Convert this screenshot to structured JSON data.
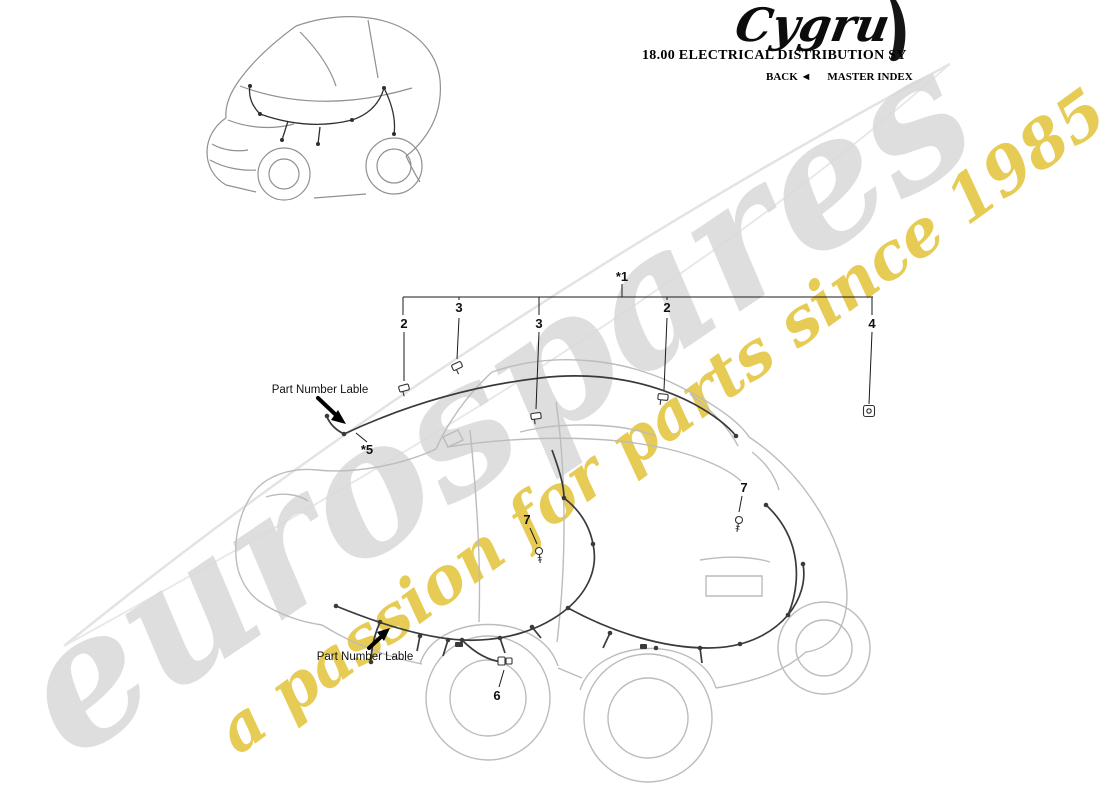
{
  "header": {
    "logo_text": "Cygru",
    "title": "18.00 ELECTRICAL DISTRIBUTION SY",
    "back": "BACK",
    "back_arrow": "◄",
    "master_index": "MASTER INDEX"
  },
  "watermark": {
    "brand": "eurospares",
    "tagline": "a passion for parts since 1985",
    "brand_color": "#d9d9d9",
    "tagline_color": "#e2c338"
  },
  "diagram": {
    "assembly_callout": "*1",
    "callouts": [
      {
        "label": "2"
      },
      {
        "label": "3"
      },
      {
        "label": "3"
      },
      {
        "label": "2"
      },
      {
        "label": "4"
      },
      {
        "label": "*5"
      },
      {
        "label": "7"
      },
      {
        "label": "7"
      },
      {
        "label": "6"
      }
    ],
    "part_number_label_top": "Part Number Lable",
    "part_number_label_bottom": "Part Number Lable"
  }
}
